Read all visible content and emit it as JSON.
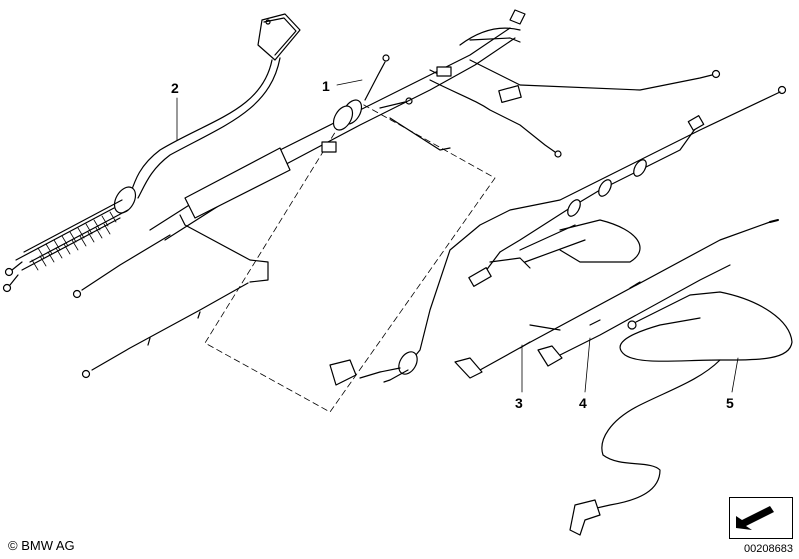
{
  "callouts": [
    "1",
    "2",
    "3",
    "4",
    "5"
  ],
  "footer": {
    "copyright": "© BMW AG",
    "image_number": "00208683"
  },
  "colors": {
    "line": "#000000",
    "background": "#ffffff"
  }
}
